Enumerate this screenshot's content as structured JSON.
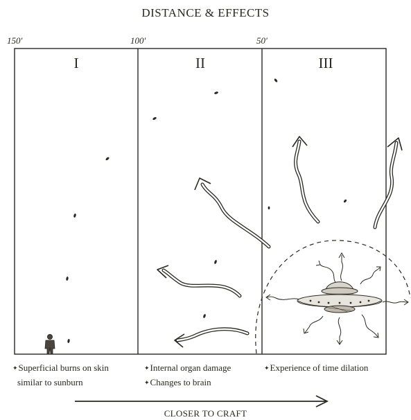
{
  "title": "DISTANCE & EFFECTS",
  "distances": [
    "150′",
    "100′",
    "50′"
  ],
  "zones": [
    {
      "numeral": "I",
      "effects": [
        "Superficial burns on skin",
        "similar to sunburn"
      ],
      "bulleted": [
        true,
        false
      ]
    },
    {
      "numeral": "II",
      "effects": [
        "Internal organ damage",
        "Changes to brain"
      ],
      "bulleted": [
        true,
        true
      ]
    },
    {
      "numeral": "III",
      "effects": [
        "Experience of time dilation"
      ],
      "bulleted": [
        true
      ]
    }
  ],
  "bullet_glyph": "✦",
  "footer": "CLOSER TO CRAFT",
  "icons": [
    "human-figure-icon",
    "flying-saucer-icon",
    "squiggly-arrow-icon",
    "arrow-right-icon"
  ],
  "colors": {
    "ink": "#2b2822",
    "background": "#ffffff"
  }
}
